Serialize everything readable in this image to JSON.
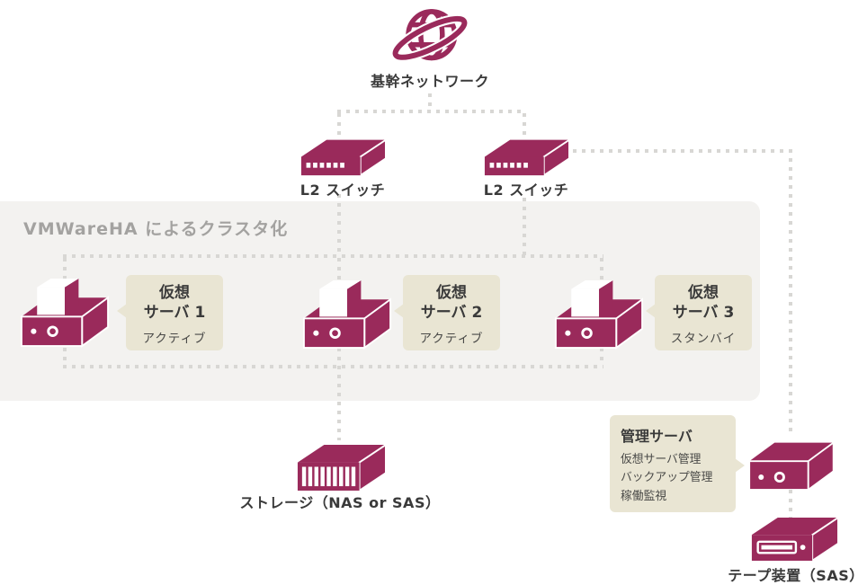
{
  "colors": {
    "accent": "#9a2a5b",
    "text": "#3a3a3a",
    "muted_text": "#4a4a48",
    "cluster_bg": "#f3f2f0",
    "cluster_title": "#a3a2a0",
    "bubble_bg": "#e9e5d3",
    "dotted": "#d8d7d4"
  },
  "network": {
    "label": "基幹ネットワーク",
    "icon": "globe-icon"
  },
  "switches": {
    "left": {
      "label": "L2 スイッチ",
      "icon": "switch-icon"
    },
    "right": {
      "label": "L2 スイッチ",
      "icon": "switch-icon"
    }
  },
  "cluster": {
    "title": "VMWareHA によるクラスタ化"
  },
  "servers": [
    {
      "name_line1": "仮想",
      "name_line2": "サーバ 1",
      "status": "アクティブ"
    },
    {
      "name_line1": "仮想",
      "name_line2": "サーバ 2",
      "status": "アクティブ"
    },
    {
      "name_line1": "仮想",
      "name_line2": "サーバ 3",
      "status": "スタンバイ"
    }
  ],
  "storage": {
    "label": "ストレージ（NAS or SAS）",
    "icon": "storage-icon"
  },
  "management": {
    "title": "管理サーバ",
    "items": [
      "仮想サーバ管理",
      "バックアップ管理",
      "稼働監視"
    ],
    "icon": "server-icon"
  },
  "tape": {
    "label": "テープ装置（SAS）",
    "icon": "tape-icon"
  }
}
